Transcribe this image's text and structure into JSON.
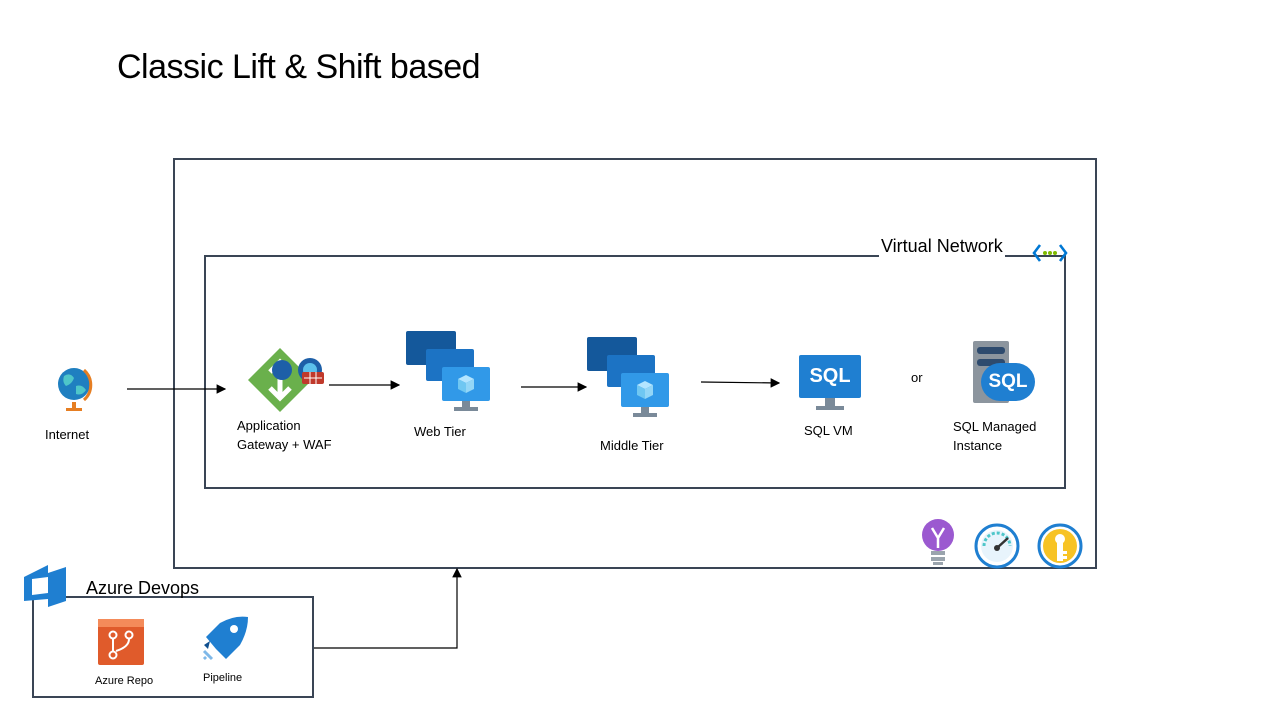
{
  "title": "Classic Lift & Shift based",
  "virtual_network": {
    "label": "Virtual Network",
    "icon": "virtual-network-icon"
  },
  "nodes": {
    "internet": {
      "label": "Internet",
      "icon": "globe-icon"
    },
    "app_gateway": {
      "line1": "Application",
      "line2": "Gateway + WAF",
      "icon": "application-gateway-icon"
    },
    "web_tier": {
      "label": "Web Tier",
      "icon": "virtual-machines-icon"
    },
    "middle_tier": {
      "label": "Middle Tier",
      "icon": "virtual-machines-icon"
    },
    "sql_vm": {
      "label": "SQL VM",
      "icon_text": "SQL",
      "icon": "sql-vm-icon"
    },
    "or": "or",
    "sql_mi": {
      "line1": "SQL Managed",
      "line2": "Instance",
      "icon_text": "SQL",
      "icon": "sql-managed-instance-icon"
    }
  },
  "services": [
    {
      "name": "lightbulb-icon"
    },
    {
      "name": "speedometer-icon"
    },
    {
      "name": "key-vault-icon"
    }
  ],
  "devops": {
    "label": "Azure Devops",
    "icon": "azure-devops-icon",
    "repo": {
      "label": "Azure Repo",
      "icon": "azure-repo-icon"
    },
    "pipeline": {
      "label": "Pipeline",
      "icon": "pipeline-icon"
    }
  },
  "colors": {
    "border": "#3a4555",
    "azure_blue": "#0078d4",
    "gateway_green": "#6ab04c",
    "repo_red": "#e05b2b",
    "key_yellow": "#f7c325",
    "bulb_purple": "#9b59d0"
  }
}
